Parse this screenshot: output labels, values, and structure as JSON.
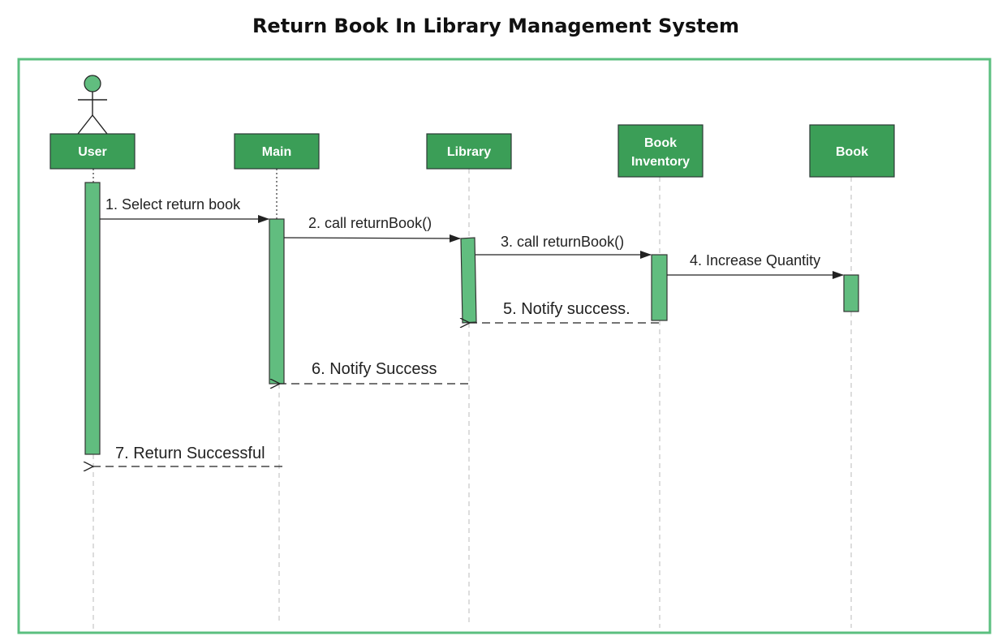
{
  "title": "Return Book In Library Management System",
  "colors": {
    "frame": "#5bbf7f",
    "participant_fill": "#3b9e57",
    "activation_fill": "#61bd7f",
    "line": "#222222"
  },
  "participants": [
    {
      "id": "user",
      "label": "User",
      "actor": true
    },
    {
      "id": "main",
      "label": "Main"
    },
    {
      "id": "library",
      "label": "Library"
    },
    {
      "id": "book_inventory",
      "label_lines": [
        "Book",
        "Inventory"
      ]
    },
    {
      "id": "book",
      "label": "Book"
    }
  ],
  "messages": [
    {
      "n": 1,
      "text": "1. Select return book",
      "from": "user",
      "to": "main",
      "type": "sync"
    },
    {
      "n": 2,
      "text": "2. call returnBook()",
      "from": "main",
      "to": "library",
      "type": "sync"
    },
    {
      "n": 3,
      "text": "3. call returnBook()",
      "from": "library",
      "to": "book_inventory",
      "type": "sync"
    },
    {
      "n": 4,
      "text": "4. Increase Quantity",
      "from": "book_inventory",
      "to": "book",
      "type": "sync"
    },
    {
      "n": 5,
      "text": "5. Notify success.",
      "from": "book_inventory",
      "to": "library",
      "type": "return"
    },
    {
      "n": 6,
      "text": "6. Notify Success",
      "from": "library",
      "to": "main",
      "type": "return"
    },
    {
      "n": 7,
      "text": "7. Return Successful",
      "from": "main",
      "to": "user",
      "type": "return"
    }
  ]
}
